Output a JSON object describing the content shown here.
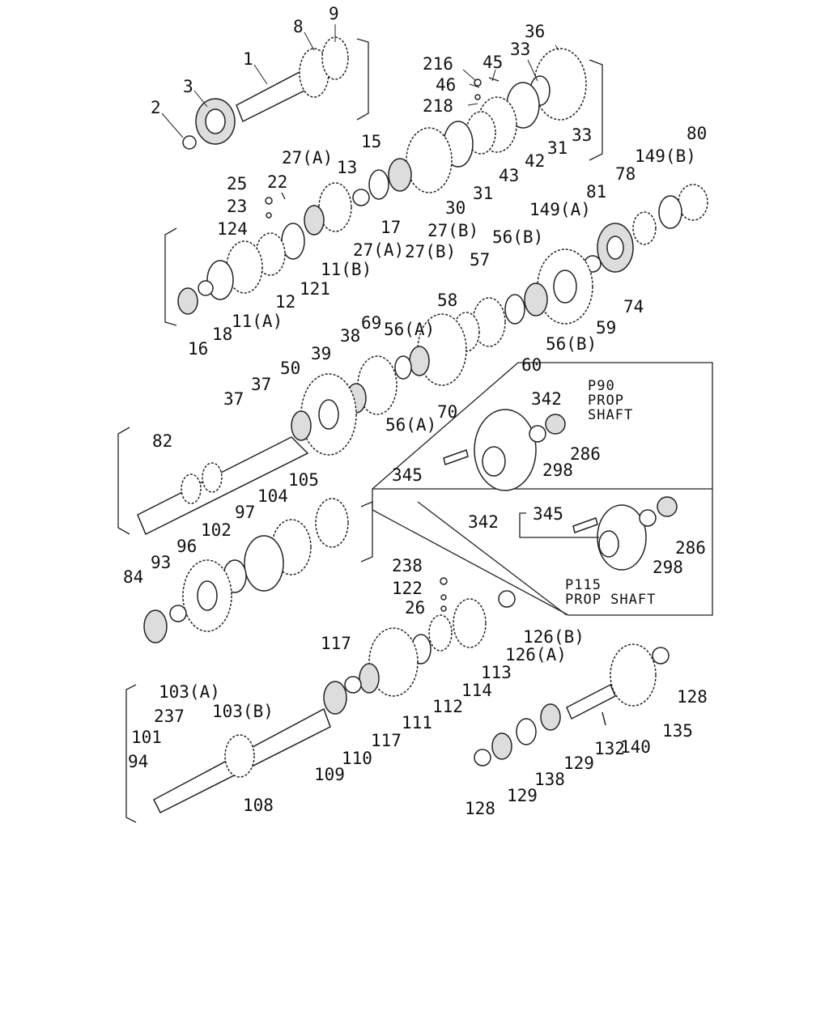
{
  "labels": {
    "l1": "1",
    "l2": "2",
    "l3": "3",
    "l8": "8",
    "l9": "9",
    "l216": "216",
    "l45": "45",
    "l46": "46",
    "l218": "218",
    "l33a": "33",
    "l36": "36",
    "l33b": "33",
    "l31a": "31",
    "l42": "42",
    "l43": "43",
    "l31b": "31",
    "l30": "30",
    "l27b1": "27(B)",
    "l27b2": "27(B)",
    "l15": "15",
    "l17": "17",
    "l27a1": "27(A)",
    "l13": "13",
    "l22": "22",
    "l25": "25",
    "l23": "23",
    "l124": "124",
    "l27a2": "27(A)",
    "l11b": "11(B)",
    "l121": "121",
    "l12": "12",
    "l11a": "11(A)",
    "l18": "18",
    "l16": "16",
    "l80": "80",
    "l149b": "149(B)",
    "l78": "78",
    "l81": "81",
    "l149a": "149(A)",
    "l74": "74",
    "l56b1": "56(B)",
    "l57": "57",
    "l59": "59",
    "l56b2": "56(B)",
    "l58": "58",
    "l60": "60",
    "l56a1": "56(A)",
    "l69": "69",
    "l38": "38",
    "l39": "39",
    "l70": "70",
    "l56a2": "56(A)",
    "l50": "50",
    "l37a": "37",
    "l37b": "37",
    "l82": "82",
    "l342a": "342",
    "l286a": "286",
    "l298a": "298",
    "l345a": "345",
    "l342b": "342",
    "l345b": "345",
    "l286b": "286",
    "l298b": "298",
    "l105": "105",
    "l104": "104",
    "l97": "97",
    "l102": "102",
    "l96": "96",
    "l93": "93",
    "l84": "84",
    "l238": "238",
    "l122": "122",
    "l26": "26",
    "l126b": "126(B)",
    "l126a": "126(A)",
    "l113": "113",
    "l114": "114",
    "l112": "112",
    "l111": "111",
    "l117a": "117",
    "l117b": "117",
    "l110": "110",
    "l109": "109",
    "l103a": "103(A)",
    "l237": "237",
    "l103b": "103(B)",
    "l101": "101",
    "l94": "94",
    "l108": "108",
    "l128a": "128",
    "l135": "135",
    "l140": "140",
    "l132": "132",
    "l129a": "129",
    "l138": "138",
    "l129b": "129",
    "l128b": "128"
  },
  "boxes": {
    "p90": [
      "P90",
      "PROP",
      "SHAFT"
    ],
    "p115": [
      "P115",
      "PROP SHAFT"
    ]
  }
}
